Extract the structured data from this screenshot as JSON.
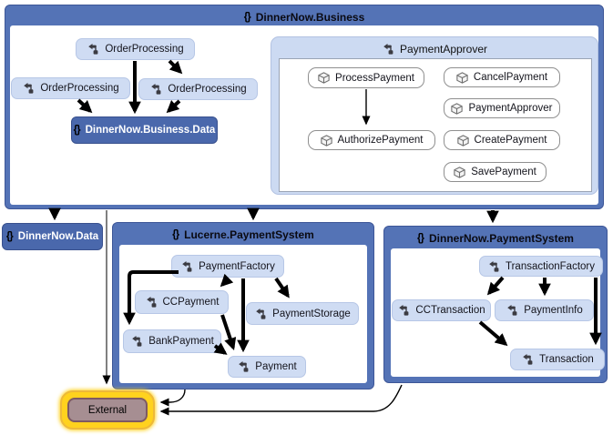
{
  "icons": {
    "namespace_glyph": "{}",
    "class_icon": "class-icon",
    "method_icon": "method-cube-icon"
  },
  "colors": {
    "container_blue": "#5473b6",
    "container_border": "#3d5697",
    "node_light": "#cfdcf3",
    "node_dark": "#4a68ac",
    "pa_container": "#ccdaf2",
    "external_glow": "#ffd21e",
    "external_fill": "#a68e92",
    "arrow": "#000000"
  },
  "business": {
    "title": "DinnerNow.Business",
    "order_processing_top": "OrderProcessing",
    "order_processing_left": "OrderProcessing",
    "order_processing_right": "OrderProcessing",
    "business_data": "DinnerNow.Business.Data",
    "payment_approver": {
      "title": "PaymentApprover",
      "process": "ProcessPayment",
      "cancel": "CancelPayment",
      "approver": "PaymentApprover",
      "authorize": "AuthorizePayment",
      "create": "CreatePayment",
      "save": "SavePayment"
    }
  },
  "dinnernow_data": {
    "title": "DinnerNow.Data"
  },
  "lucerne": {
    "title": "Lucerne.PaymentSystem",
    "payment_factory": "PaymentFactory",
    "cc_payment": "CCPayment",
    "payment_storage": "PaymentStorage",
    "bank_payment": "BankPayment",
    "payment": "Payment"
  },
  "dnps": {
    "title": "DinnerNow.PaymentSystem",
    "transaction_factory": "TransactionFactory",
    "cc_transaction": "CCTransaction",
    "payment_info": "PaymentInfo",
    "transaction": "Transaction"
  },
  "external": {
    "label": "External"
  },
  "edges": [
    {
      "from": "OrderProcessing(top)",
      "to": "DinnerNow.Business.Data",
      "style": "thick"
    },
    {
      "from": "OrderProcessing(top)",
      "to": "OrderProcessing(right)",
      "style": "thick"
    },
    {
      "from": "OrderProcessing(left)",
      "to": "DinnerNow.Business.Data",
      "style": "thick"
    },
    {
      "from": "OrderProcessing(right)",
      "to": "DinnerNow.Business.Data",
      "style": "thick"
    },
    {
      "from": "ProcessPayment",
      "to": "AuthorizePayment",
      "style": "thin"
    },
    {
      "from": "DinnerNow.Business",
      "to": "DinnerNow.Data",
      "style": "thick"
    },
    {
      "from": "DinnerNow.Business",
      "to": "Lucerne.PaymentSystem",
      "style": "thick"
    },
    {
      "from": "DinnerNow.Business",
      "to": "DinnerNow.PaymentSystem",
      "style": "thick"
    },
    {
      "from": "DinnerNow.Business",
      "to": "External",
      "style": "thin"
    },
    {
      "from": "PaymentFactory",
      "to": "CCPayment",
      "style": "thick"
    },
    {
      "from": "PaymentFactory",
      "to": "BankPayment",
      "style": "thick"
    },
    {
      "from": "PaymentFactory",
      "to": "Payment",
      "style": "thick"
    },
    {
      "from": "PaymentFactory",
      "to": "PaymentStorage",
      "style": "thick"
    },
    {
      "from": "CCPayment",
      "to": "Payment",
      "style": "thick"
    },
    {
      "from": "BankPayment",
      "to": "Payment",
      "style": "thick"
    },
    {
      "from": "TransactionFactory",
      "to": "CCTransaction",
      "style": "thick"
    },
    {
      "from": "TransactionFactory",
      "to": "PaymentInfo",
      "style": "thick"
    },
    {
      "from": "TransactionFactory",
      "to": "Transaction",
      "style": "thick"
    },
    {
      "from": "CCTransaction",
      "to": "Transaction",
      "style": "thick"
    },
    {
      "from": "Lucerne.PaymentSystem",
      "to": "External",
      "style": "thin"
    },
    {
      "from": "DinnerNow.PaymentSystem",
      "to": "External",
      "style": "thin"
    }
  ]
}
